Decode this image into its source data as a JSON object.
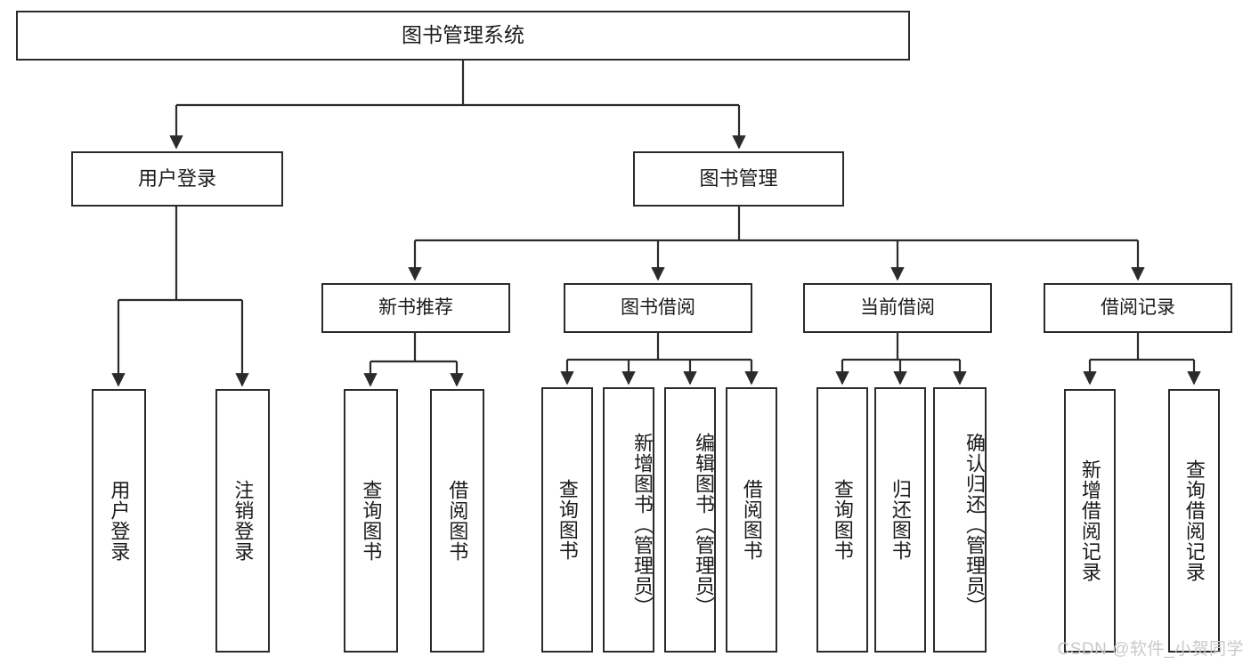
{
  "diagram": {
    "title": "图书管理系统",
    "type": "hierarchy-tree",
    "root": {
      "label": "图书管理系统"
    },
    "level1": [
      {
        "label": "用户登录"
      },
      {
        "label": "图书管理"
      }
    ],
    "level2": [
      {
        "label": "新书推荐"
      },
      {
        "label": "图书借阅"
      },
      {
        "label": "当前借阅"
      },
      {
        "label": "借阅记录"
      }
    ],
    "leaves": {
      "user_login": [
        {
          "label": "用户登录"
        },
        {
          "label": "注销登录"
        }
      ],
      "new_book_recommend": [
        {
          "label": "查询图书"
        },
        {
          "label": "借阅图书"
        }
      ],
      "book_borrow": [
        {
          "label": "查询图书"
        },
        {
          "label": "新增图书（管理员）"
        },
        {
          "label": "编辑图书（管理员）"
        },
        {
          "label": "借阅图书"
        }
      ],
      "current_borrow": [
        {
          "label": "查询图书"
        },
        {
          "label": "归还图书"
        },
        {
          "label": "确认归还（管理员）"
        }
      ],
      "borrow_records": [
        {
          "label": "新增借阅记录"
        },
        {
          "label": "查询借阅记录"
        }
      ]
    },
    "watermark": "CSDN @软件_小贺同学",
    "colors": {
      "stroke": "#2b2b2b",
      "text": "#1b1b1b",
      "background": "#ffffff",
      "watermark": "#c9c9c9"
    }
  }
}
